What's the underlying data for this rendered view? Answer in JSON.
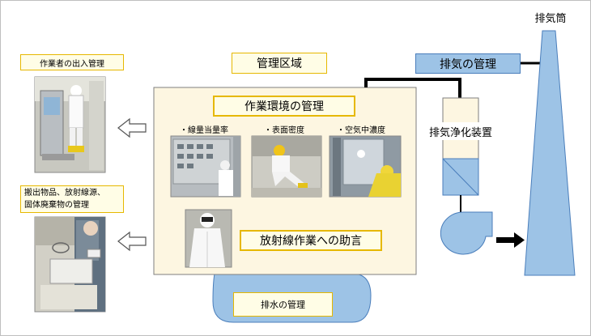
{
  "labels": {
    "controlled_area": "管理区域",
    "work_environment": "作業環境の管理",
    "dose_rate": "・線量当量率",
    "surface_density": "・表面密度",
    "air_concentration": "・空気中濃度",
    "radiation_advice": "放射線作業への助言",
    "worker_access": "作業者の出入管理",
    "materials_line1": "搬出物品、放射線源、",
    "materials_line2": "固体廃棄物の管理",
    "exhaust_management": "排気の管理",
    "exhaust_purifier": "排気浄化装置",
    "stack": "排気筒",
    "drainage": "排水の管理"
  },
  "colors": {
    "frame_fill": "#fdf6e1",
    "blue_fill": "#9dc3e6",
    "blue_stroke": "#4a7ebb",
    "label_border": "#e6b800",
    "arrow_black": "#000000"
  }
}
